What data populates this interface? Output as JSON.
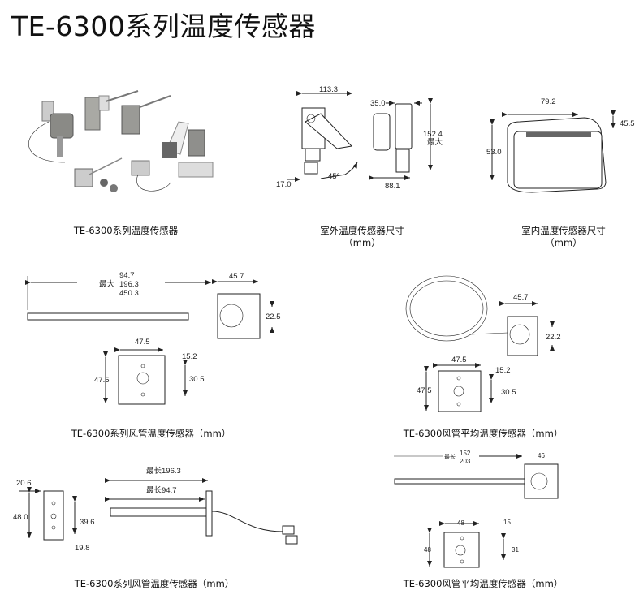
{
  "title": "TE-6300系列温度传感器",
  "captions": {
    "photo": "TE-6300系列温度传感器",
    "outdoor": "室外温度传感器尺寸",
    "outdoor_unit": "（mm）",
    "indoor": "室内温度传感器尺寸",
    "indoor_unit": "（mm）",
    "duct1": "TE-6300系列风管温度传感器（mm）",
    "avg1": "TE-6300风管平均温度传感器（mm）",
    "duct2": "TE-6300系列风管温度传感器（mm）",
    "avg2": "TE-6300风管平均温度传感器（mm）"
  },
  "outdoor_dims": {
    "width": "113.3",
    "side": "35.0",
    "height": "152.4",
    "height_note": "最大",
    "base": "17.0",
    "angle": "45°",
    "depth": "88.1"
  },
  "indoor_dims": {
    "width": "79.2",
    "depth": "45.5",
    "height": "53.0"
  },
  "duct1_dims": {
    "max_label": "最大",
    "len1": "94.7",
    "len2": "196.3",
    "len3": "450.3",
    "box": "45.7",
    "hole": "22.5",
    "w": "47.5",
    "h": "47.5",
    "off": "15.2",
    "span": "30.5"
  },
  "avg1_dims": {
    "box": "45.7",
    "hole": "22.2",
    "w": "47.5",
    "h": "47.5",
    "off": "15.2",
    "span": "30.5"
  },
  "duct2_dims": {
    "top": "20.6",
    "h": "48.0",
    "span": "39.6",
    "bottom": "19.8",
    "len_long": "最长196.3",
    "len_short": "最长94.7"
  },
  "avg2_dims": {
    "max_label": "最长",
    "len1": "152",
    "len2": "203",
    "box": "46",
    "w": "48",
    "h": "48",
    "off": "15",
    "span": "31"
  }
}
